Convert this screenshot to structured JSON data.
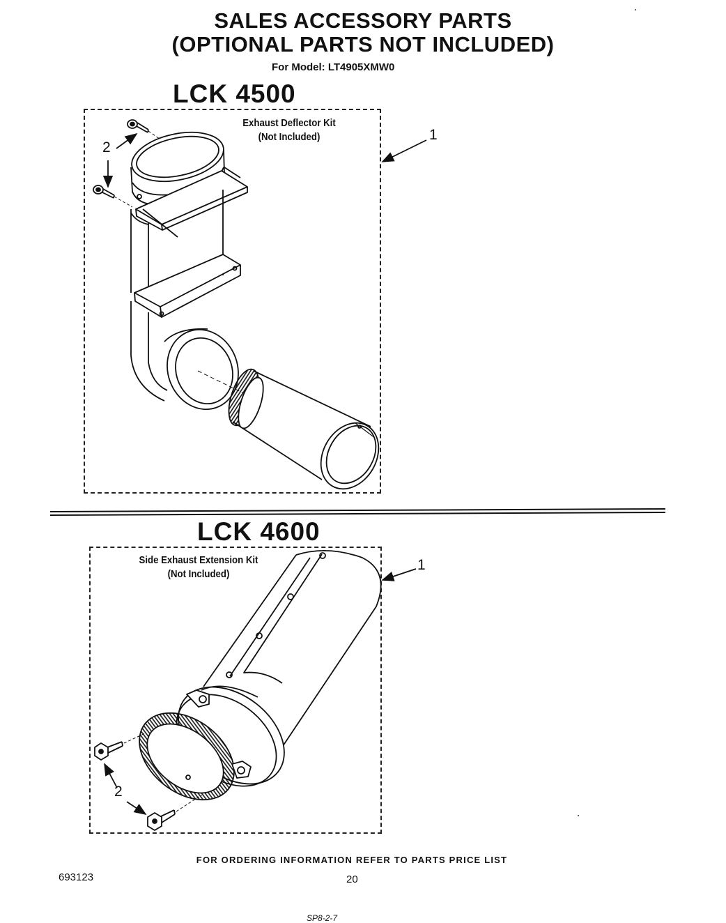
{
  "header": {
    "title_line1": "SALES ACCESSORY PARTS",
    "title_line2": "(OPTIONAL PARTS NOT INCLUDED)",
    "model_line": "For Model: LT4905XMW0"
  },
  "kits": [
    {
      "code": "LCK 4500",
      "name_line1": "Exhaust Deflector Kit",
      "name_line2": "(Not Included)",
      "callout_kit": "1",
      "callout_screws": "2"
    },
    {
      "code": "LCK 4600",
      "name_line1": "Side Exhaust Extension Kit",
      "name_line2": "(Not Included)",
      "callout_kit": "1",
      "callout_screws": "2"
    }
  ],
  "footer": {
    "ordering_note": "FOR ORDERING INFORMATION REFER TO PARTS PRICE LIST",
    "document_number": "693123",
    "page_number": "20",
    "handwritten_mark": "SP8-2-7"
  }
}
